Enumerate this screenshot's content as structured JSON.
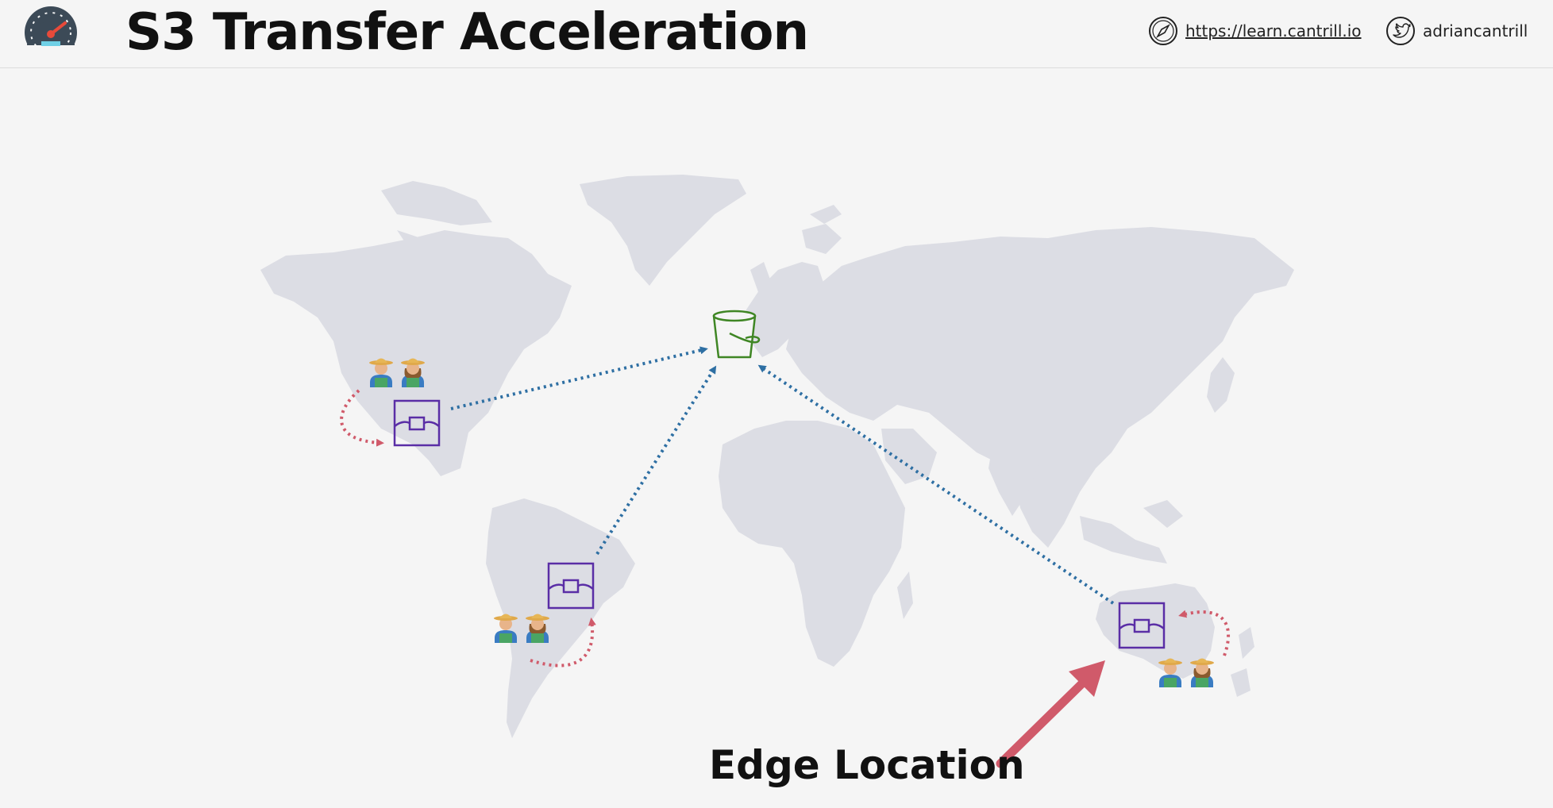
{
  "header": {
    "title": "S3 Transfer Acceleration",
    "logo_icon": "speedometer-icon",
    "url": "https://learn.cantrill.io",
    "url_icon": "compass-icon",
    "twitter_handle": "adriancantrill",
    "twitter_icon": "twitter-bird-icon"
  },
  "diagram": {
    "bucket_icon": "s3-bucket-icon",
    "edge_icon": "edge-location-icon",
    "user_icon": "farmer-user-icon",
    "label": "Edge Location",
    "colors": {
      "map": "#dcdde4",
      "bucket": "#3f8624",
      "edge": "#5a2ea6",
      "transfer_arrow": "#2e6fa3",
      "upload_arrow": "#d05a6a",
      "pointer_arrow": "#d05a6a"
    }
  }
}
